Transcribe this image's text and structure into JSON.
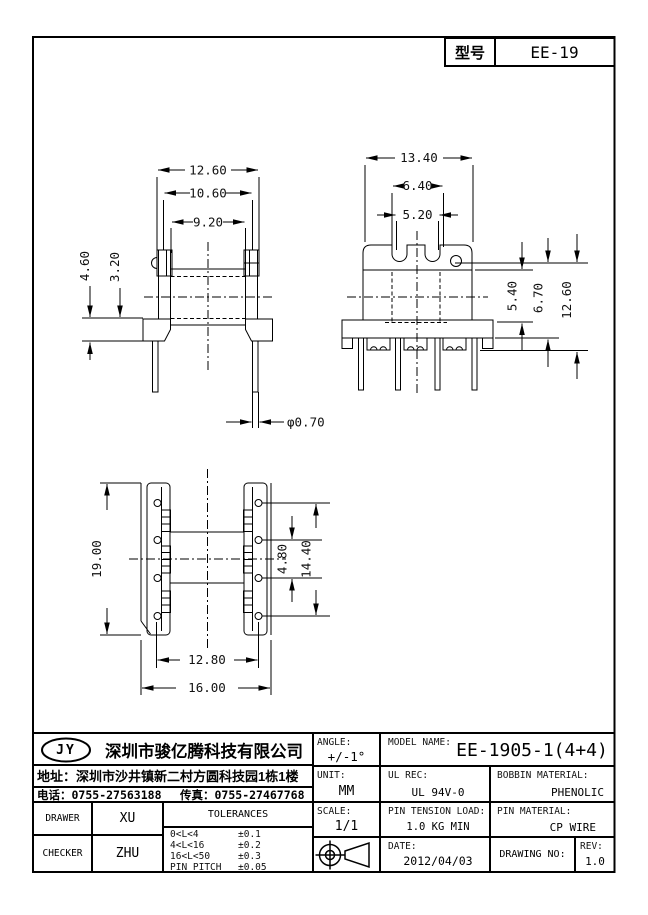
{
  "header": {
    "model_label": "型号",
    "model_value": "EE-19"
  },
  "views": {
    "front": {
      "dims": {
        "w_outer": "12.60",
        "w_mid": "10.60",
        "w_inner": "9.20",
        "h_outer": "4.60",
        "h_inner": "3.20",
        "pin_dia": "φ0.70"
      }
    },
    "side": {
      "dims": {
        "w_outer": "13.40",
        "w_mid": "6.40",
        "w_inner": "5.20",
        "h_inner": "5.40",
        "h_mid": "6.70",
        "h_outer": "12.60"
      }
    },
    "top": {
      "dims": {
        "h_outer": "19.00",
        "pin_pitch": "4.80",
        "pin_span": "14.40",
        "row_pitch": "12.80",
        "w_outer": "16.00"
      }
    }
  },
  "title_block": {
    "logo_text": "JY",
    "company": "深圳市骏亿腾科技有限公司",
    "address_label": "地址：",
    "address": "深圳市沙井镇新二村方圆科技园1栋1楼",
    "phone_label": "电话：",
    "phone": "0755-27563188",
    "fax_label": "传真：",
    "fax": "0755-27467768",
    "drawer_label": "DRAWER",
    "drawer": "XU",
    "checker_label": "CHECKER",
    "checker": "ZHU",
    "tolerances_title": "TOLERANCES",
    "tolerances": [
      {
        "range": "0<L<4",
        "tol": "±0.1"
      },
      {
        "range": "4<L<16",
        "tol": "±0.2"
      },
      {
        "range": "16<L<50",
        "tol": "±0.3"
      },
      {
        "range": "PIN PITCH",
        "tol": "±0.05"
      }
    ],
    "angle_label": "ANGLE:",
    "angle": "+/-1°",
    "unit_label": "UNIT:",
    "unit": "MM",
    "scale_label": "SCALE:",
    "scale": "1/1",
    "model_name_label": "MODEL NAME:",
    "model_name": "EE-1905-1(4+4)",
    "ul_rec_label": "UL REC:",
    "ul_rec": "UL 94V-0",
    "pin_tension_label": "PIN TENSION LOAD:",
    "pin_tension": "1.0 KG MIN",
    "date_label": "DATE:",
    "date": "2012/04/03",
    "bobbin_material_label": "BOBBIN MATERIAL:",
    "bobbin_material": "PHENOLIC",
    "pin_material_label": "PIN MATERIAL:",
    "pin_material": "CP WIRE",
    "drawing_no_label": "DRAWING NO:",
    "rev_label": "REV:",
    "rev": "1.0"
  },
  "colors": {
    "line": "#000000",
    "background": "#ffffff"
  }
}
